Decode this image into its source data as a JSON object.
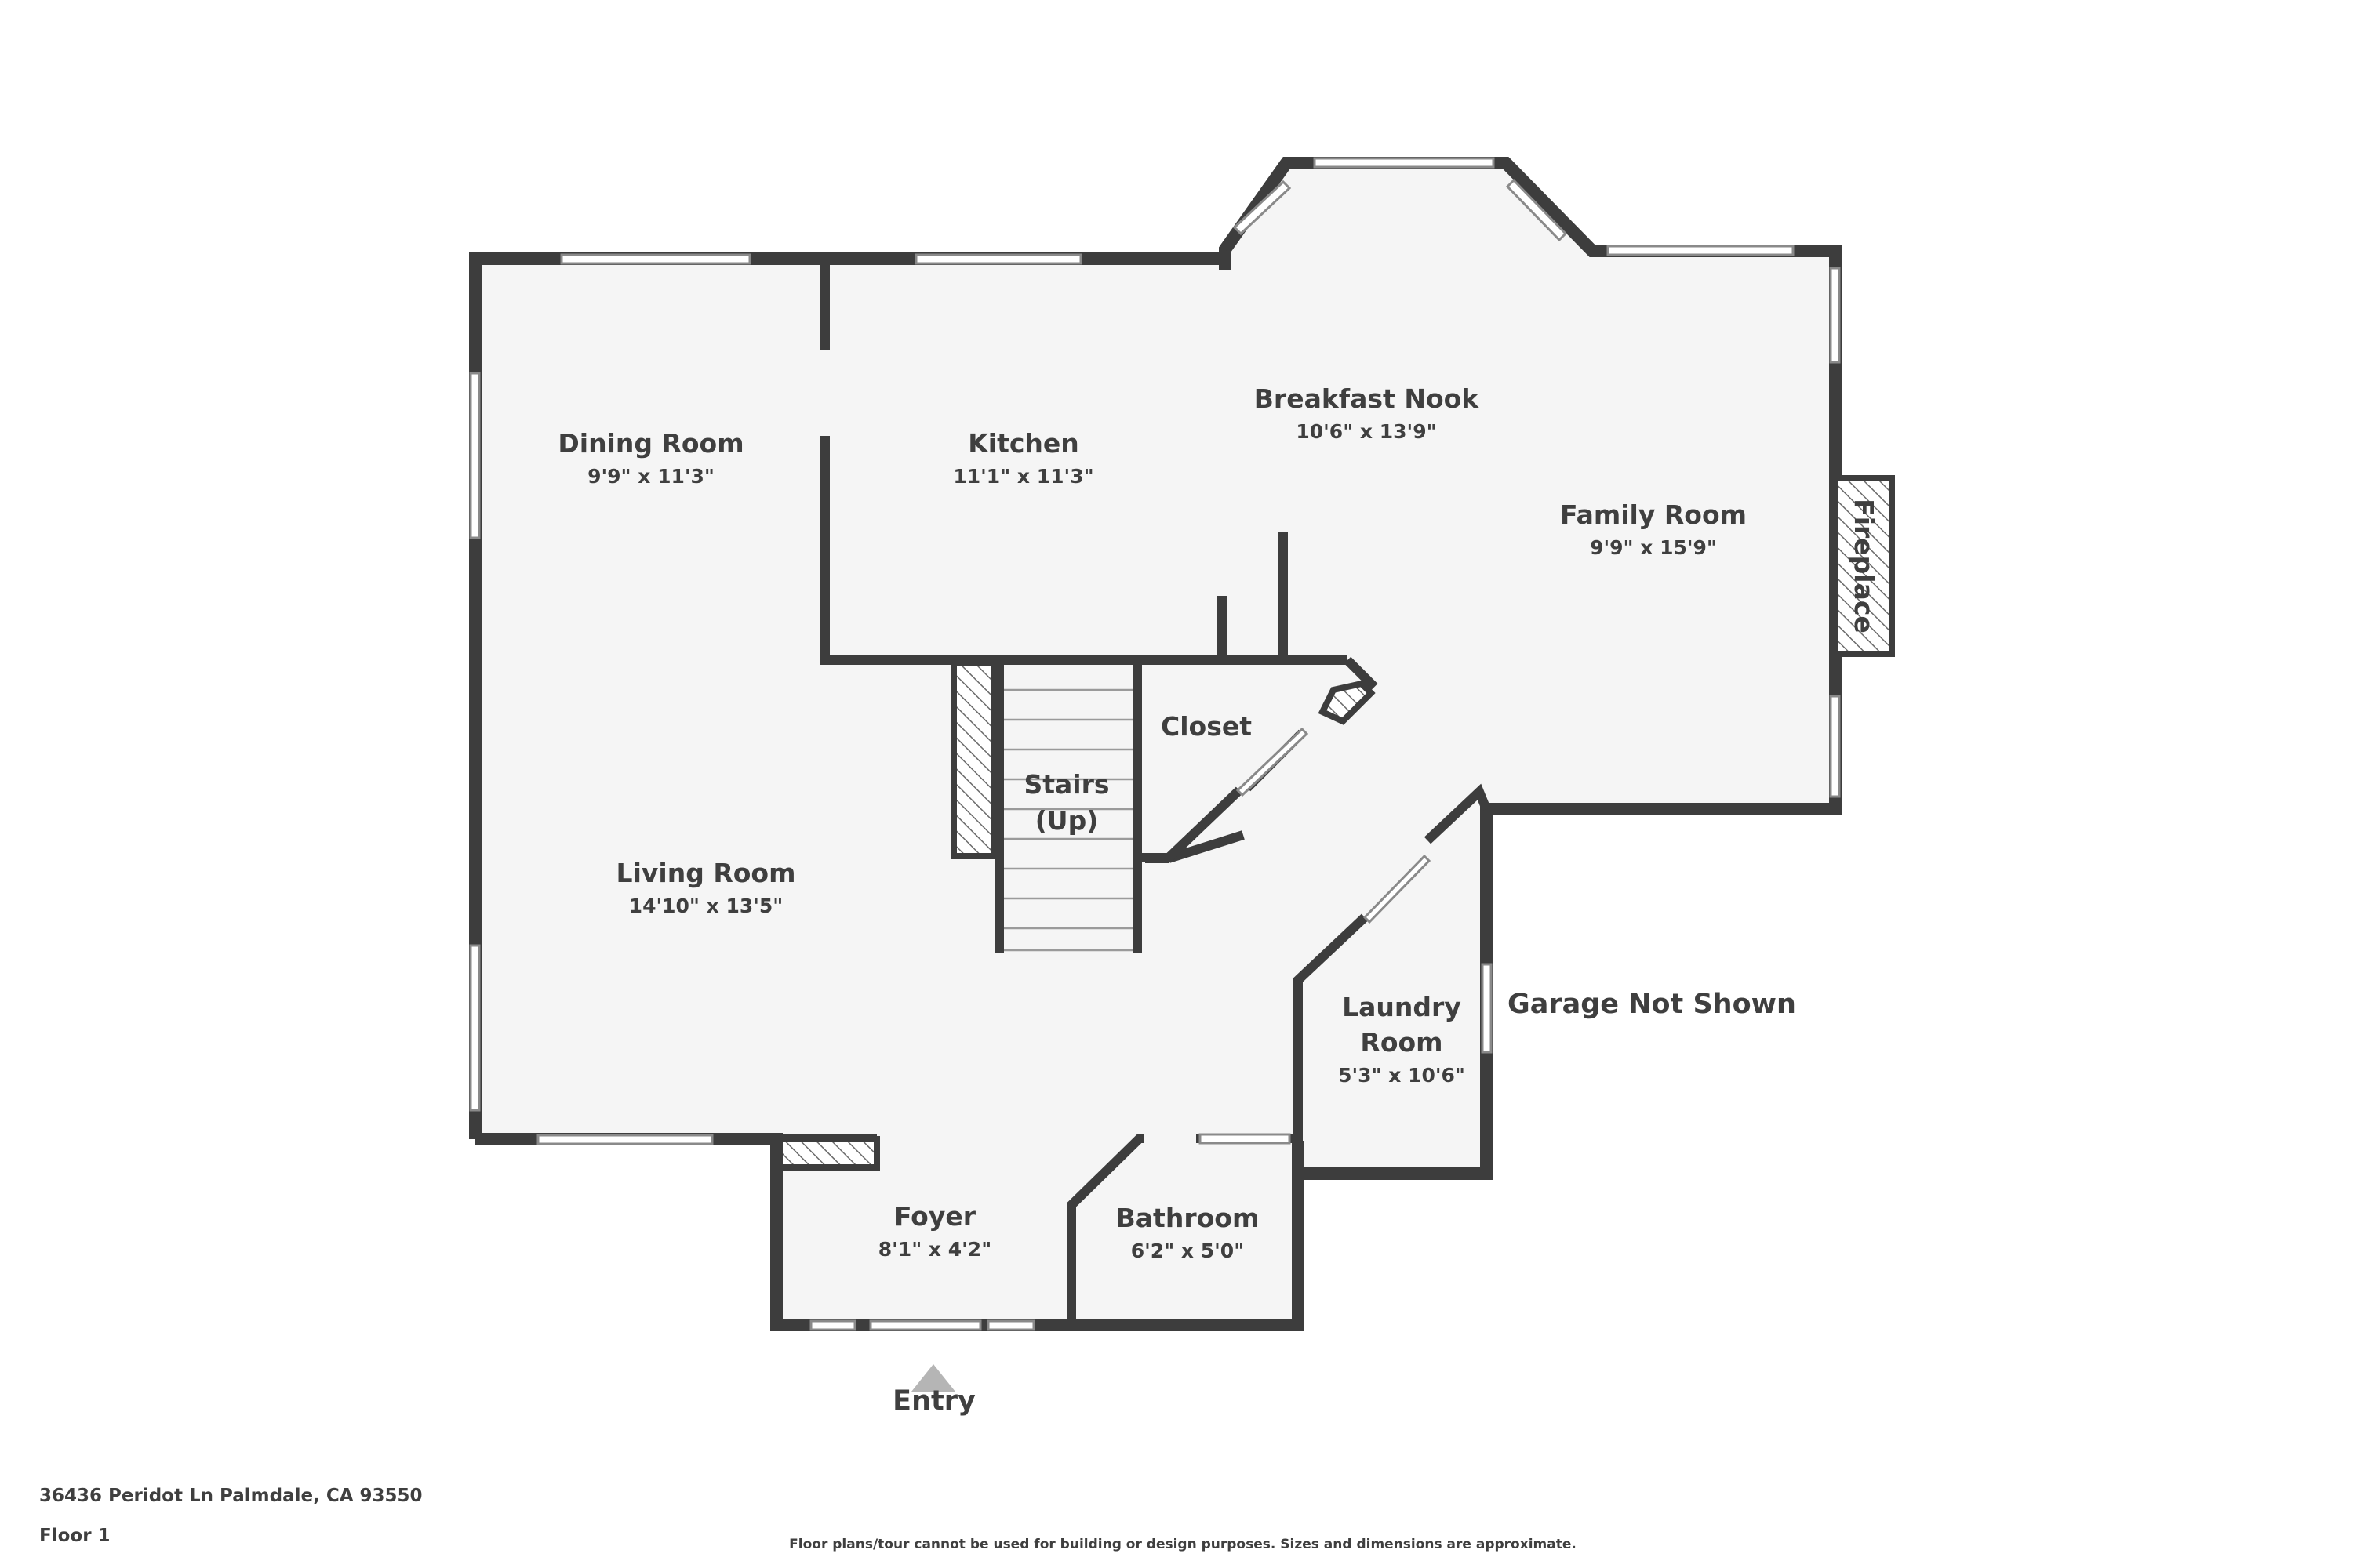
{
  "rooms": {
    "dining": {
      "name": "Dining Room",
      "dim": "9'9\" x 11'3\""
    },
    "kitchen": {
      "name": "Kitchen",
      "dim": "11'1\" x 11'3\""
    },
    "breakfast": {
      "name": "Breakfast Nook",
      "dim": "10'6\" x 13'9\""
    },
    "family": {
      "name": "Family Room",
      "dim": "9'9\" x 15'9\""
    },
    "living": {
      "name": "Living Room",
      "dim": "14'10\" x 13'5\""
    },
    "laundry": {
      "name_line1": "Laundry",
      "name_line2": "Room",
      "dim": "5'3\" x 10'6\""
    },
    "foyer": {
      "name": "Foyer",
      "dim": "8'1\" x 4'2\""
    },
    "bathroom": {
      "name": "Bathroom",
      "dim": "6'2\" x 5'0\""
    }
  },
  "labels": {
    "closet": "Closet",
    "stairs_line1": "Stairs",
    "stairs_line2": "(Up)",
    "fireplace": "Fireplace",
    "garage": "Garage Not Shown",
    "entry": "Entry"
  },
  "footer": {
    "address": "36436 Peridot Ln Palmdale, CA 93550",
    "floor": "Floor 1",
    "disclaimer": "Floor plans/tour cannot be used for building or design purposes. Sizes and dimensions are approximate."
  },
  "colors": {
    "wall": "#3d3d3d",
    "floor": "#f5f5f5",
    "text": "#3f3f3f",
    "entry_marker": "#b5b5b5"
  }
}
